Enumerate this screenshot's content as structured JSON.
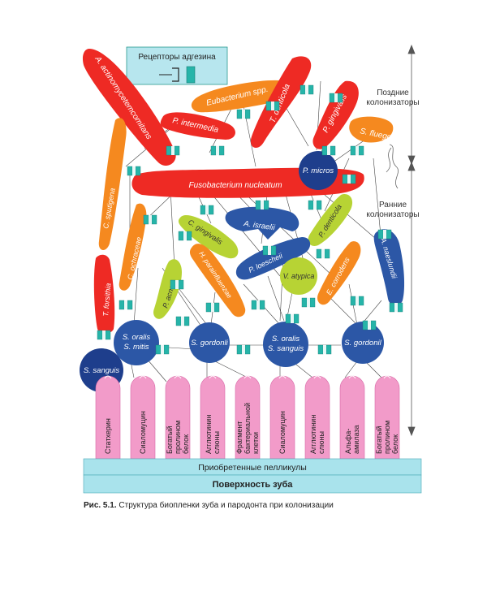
{
  "legend": {
    "title": "Рецепторы адгезина"
  },
  "zones": {
    "late": "Поздние колонизаторы",
    "early": "Ранние колонизаторы"
  },
  "late_bacteria": [
    {
      "id": "aa",
      "label": "A. actinomycetemcomitans"
    },
    {
      "id": "eub",
      "label": "Eubacterium spp."
    },
    {
      "id": "td",
      "label": "T. denticola"
    },
    {
      "id": "pg",
      "label": "P. gingivalis"
    },
    {
      "id": "pi",
      "label": "P. intermedia"
    },
    {
      "id": "sf",
      "label": "S. flueggei"
    },
    {
      "id": "cs",
      "label": "C. sputigena"
    },
    {
      "id": "pm",
      "label": "P. micros"
    },
    {
      "id": "fn",
      "label": "Fusobacterium nucleatum"
    },
    {
      "id": "tf",
      "label": "T. forsithia"
    }
  ],
  "early_bacteria": [
    {
      "id": "ai",
      "label": "A. israelii"
    },
    {
      "id": "co",
      "label": "C. ochraceae"
    },
    {
      "id": "cg",
      "label": "C. gingivalis"
    },
    {
      "id": "pd",
      "label": "P. denticola"
    },
    {
      "id": "hp",
      "label": "H. parainfluenzae"
    },
    {
      "id": "pl",
      "label": "P. loescheii"
    },
    {
      "id": "an",
      "label": "A. naeslundii"
    },
    {
      "id": "pa",
      "label": "P. acnes"
    },
    {
      "id": "va",
      "label": "V. atypica"
    },
    {
      "id": "ec",
      "label": "E. corrodens"
    }
  ],
  "streptococci": [
    {
      "id": "som",
      "line1": "S. oralis",
      "line2": "S. mitis"
    },
    {
      "id": "sg1",
      "label": "S. gordonli"
    },
    {
      "id": "sos",
      "line1": "S. oralis",
      "line2": "S. sanguis"
    },
    {
      "id": "sg2",
      "label": "S. gordonil"
    },
    {
      "id": "ss",
      "label": "S. sanguis"
    }
  ],
  "receptors": [
    {
      "line1": "Статхерин"
    },
    {
      "line1": "Сиаломуцин"
    },
    {
      "line1": "Богатый",
      "line2": "пролином",
      "line3": "белок"
    },
    {
      "line1": "Агглютинин",
      "line2": "слюны"
    },
    {
      "line1": "Фрагмент",
      "line2": "бактериальной",
      "line3": "клетки"
    },
    {
      "line1": "Сиаломуцин"
    },
    {
      "line1": "Агглютинин",
      "line2": "слюны"
    },
    {
      "line1": "Альфа-",
      "line2": "амилаза"
    },
    {
      "line1": "Богатый",
      "line2": "пролином",
      "line3": "белок"
    }
  ],
  "layers": {
    "pellicle": "Приобретенные пелликулы",
    "surface": "Поверхность зуба"
  },
  "caption": {
    "prefix": "Рис. 5.1.",
    "text": "Структура биопленки зуба и пародонта при колонизации"
  },
  "colors": {
    "red": "#ee2a24",
    "orange": "#f5891f",
    "green": "#b7d334",
    "blue": "#2c57a6",
    "navy": "#1e3e8c",
    "pink": "#f29bc9",
    "teal": "#26b4a9",
    "cyan_layer": "#a9e3ec"
  }
}
